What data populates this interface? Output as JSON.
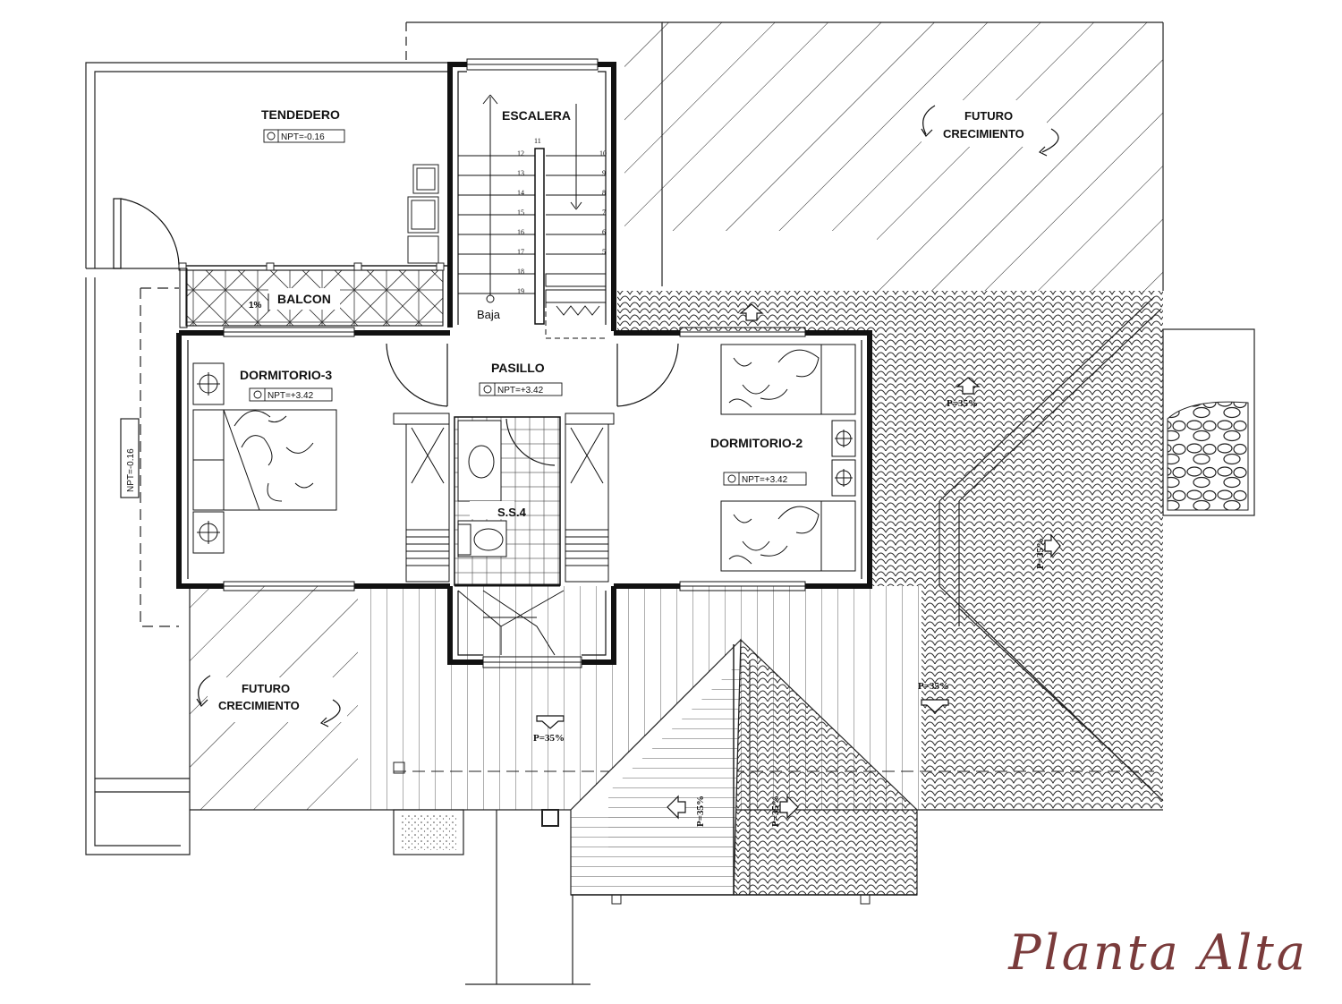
{
  "title": "Planta Alta",
  "rooms": {
    "tendedero": {
      "label": "TENDEDERO",
      "npt": "NPT=-0.16"
    },
    "escalera": {
      "label": "ESCALERA",
      "baja": "Baja"
    },
    "balcon": {
      "label": "BALCON",
      "slope": "1%"
    },
    "dormitorio3": {
      "label": "DORMITORIO-3",
      "npt": "NPT=+3.42"
    },
    "pasillo": {
      "label": "PASILLO",
      "npt": "NPT=+3.42"
    },
    "dormitorio2": {
      "label": "DORMITORIO-2",
      "npt": "NPT=+3.42"
    },
    "bano": {
      "label": "S.S.4"
    },
    "futuro1": {
      "line1": "FUTURO",
      "line2": "CRECIMIENTO"
    },
    "futuro2": {
      "line1": "FUTURO",
      "line2": "CRECIMIENTO"
    },
    "side_npt": "NPT=-0.16"
  },
  "stairs": {
    "left": [
      "12",
      "13",
      "14",
      "15",
      "16",
      "17",
      "18",
      "19"
    ],
    "top": "11",
    "right": [
      "10",
      "9",
      "8",
      "7",
      "6",
      "5"
    ]
  },
  "roof_slopes": [
    "P=35%",
    "P=35%",
    "P=35%",
    "P=35%",
    "P=35%",
    "P=35%"
  ],
  "colors": {
    "ink": "#111111",
    "title": "#7a3b3b"
  }
}
